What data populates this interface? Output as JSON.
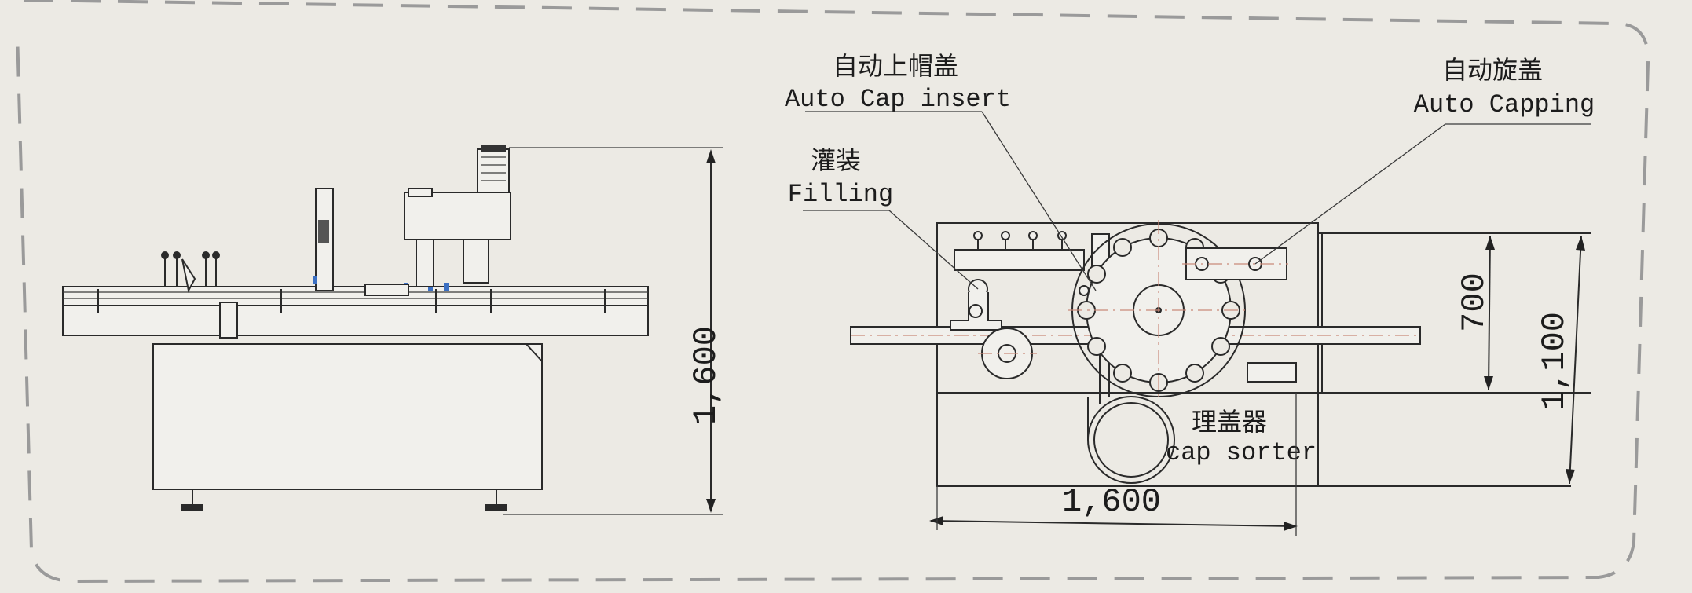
{
  "diagram": {
    "side_view": {
      "height_dimension": "1,600"
    },
    "top_view": {
      "labels": {
        "cap_insert_cn": "自动上帽盖",
        "cap_insert_en": "Auto Cap insert",
        "capping_cn": "自动旋盖",
        "capping_en": "Auto Capping",
        "filling_cn": "灌装",
        "filling_en": "Filling",
        "sorter_cn": "理盖器",
        "sorter_en": "cap sorter"
      },
      "dimensions": {
        "length": "1,600",
        "inner_height": "700",
        "total_height": "1,100"
      }
    },
    "colors": {
      "background": "#eceae4",
      "line": "#2a2a2a",
      "frame_dash": "#9a9a9a"
    }
  }
}
